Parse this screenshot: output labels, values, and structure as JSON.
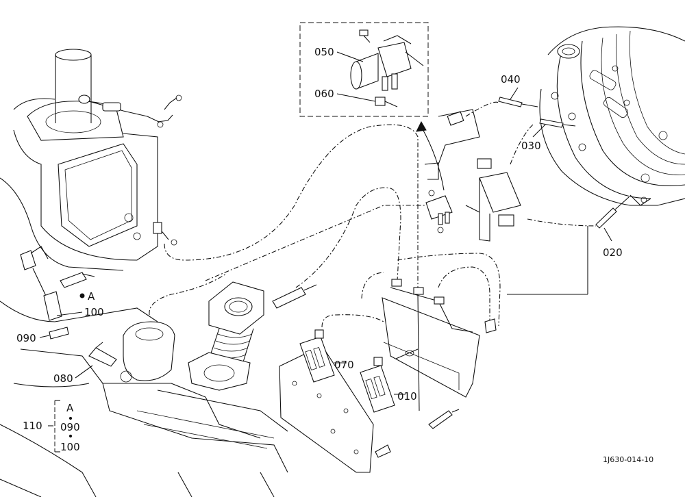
{
  "parts": {
    "p010": "010",
    "p020": "020",
    "p030": "030",
    "p040": "040",
    "p050": "050",
    "p060": "060",
    "p070": "070",
    "p080": "080",
    "p090": "090",
    "p100": "100",
    "p110": "110"
  },
  "notes": {
    "ref_a": "A",
    "group_a": "A",
    "group_090": "090",
    "group_100": "100",
    "doc_code": "1J630-014-10"
  }
}
